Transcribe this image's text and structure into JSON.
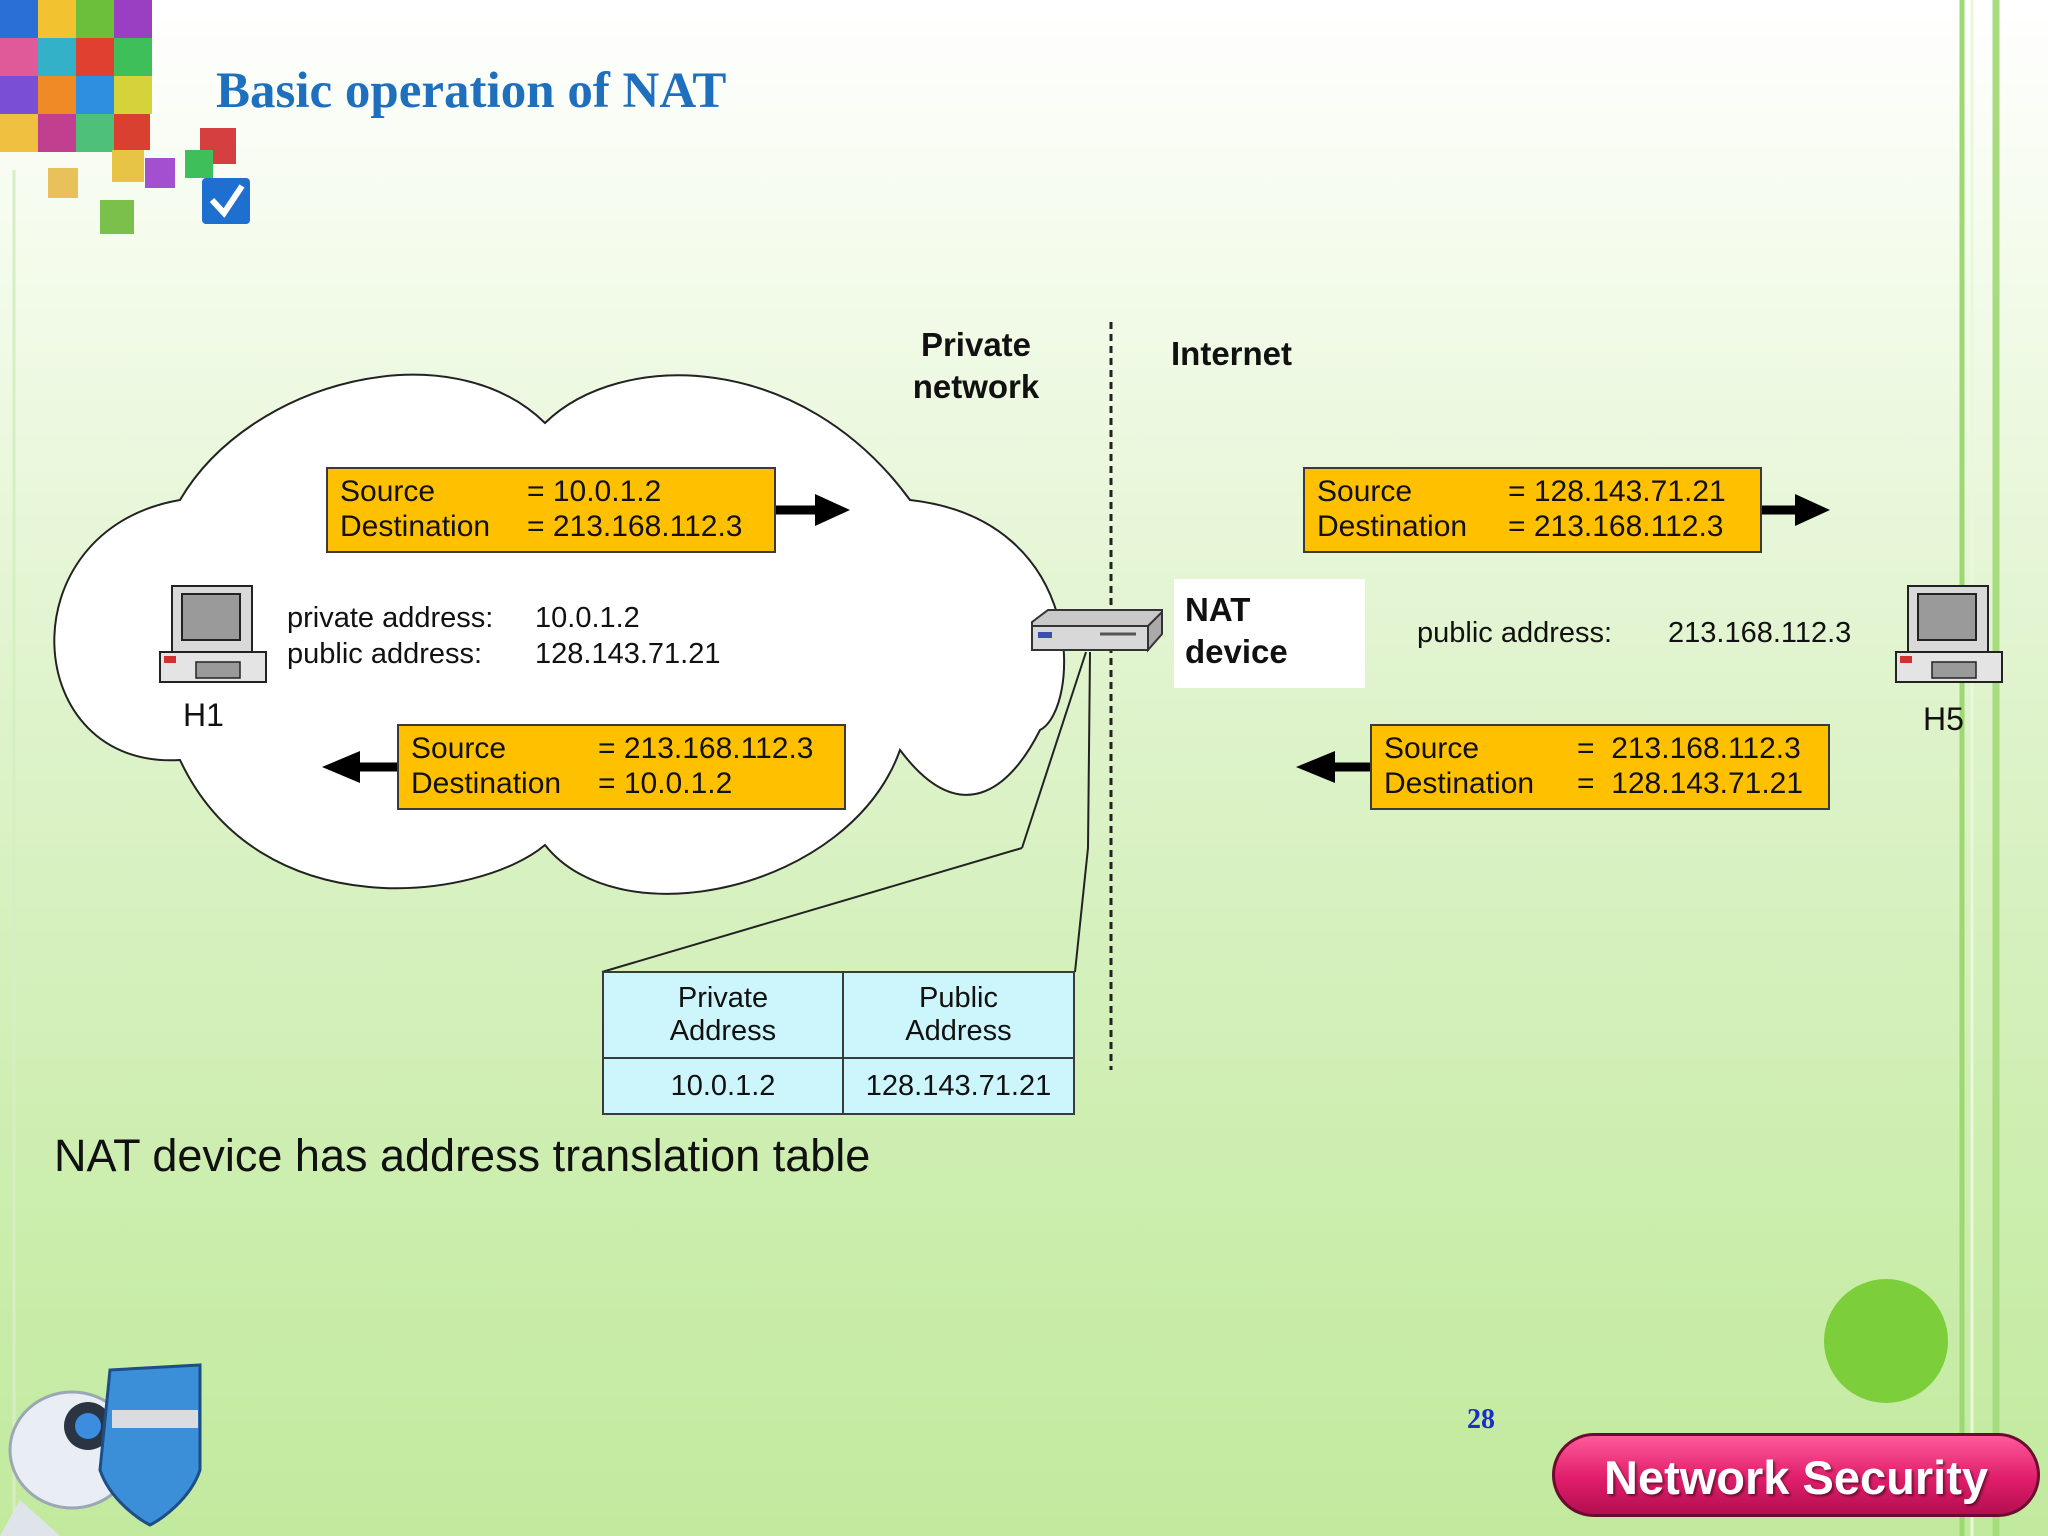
{
  "slide": {
    "title": "Basic operation of NAT",
    "caption": "NAT device has address translation table",
    "page_number": "28",
    "badge": "Network Security",
    "colors": {
      "title": "#1f6fbf",
      "packet_fill": "#ffc000",
      "table_fill": "#ccf6fb",
      "badge": "#e01d6a",
      "green_dot": "#7ccf3a"
    }
  },
  "diagram": {
    "zone_private": [
      "Private",
      "network"
    ],
    "zone_internet": "Internet",
    "nat_device": [
      "NAT",
      "device"
    ],
    "h1": {
      "name": "H1",
      "private_label": "private address:",
      "private_value": "10.0.1.2",
      "public_label": "public address:",
      "public_value": "128.143.71.21"
    },
    "h5": {
      "name": "H5",
      "public_label": "public address:",
      "public_value": "213.168.112.3"
    },
    "packets": [
      {
        "source_label": "Source",
        "source": "= 10.0.1.2",
        "dest_label": "Destination",
        "dest": "= 213.168.112.3"
      },
      {
        "source_label": "Source",
        "source": "= 213.168.112.3",
        "dest_label": "Destination",
        "dest": "= 10.0.1.2"
      },
      {
        "source_label": "Source",
        "source": "= 128.143.71.21",
        "dest_label": "Destination",
        "dest": "= 213.168.112.3"
      },
      {
        "source_label": "Source",
        "source": "=  213.168.112.3",
        "dest_label": "Destination",
        "dest": "=  128.143.71.21"
      }
    ],
    "table": {
      "headers": [
        [
          "Private",
          "Address"
        ],
        [
          "Public",
          "Address"
        ]
      ],
      "rows": [
        [
          "10.0.1.2",
          "128.143.71.21"
        ]
      ]
    }
  }
}
